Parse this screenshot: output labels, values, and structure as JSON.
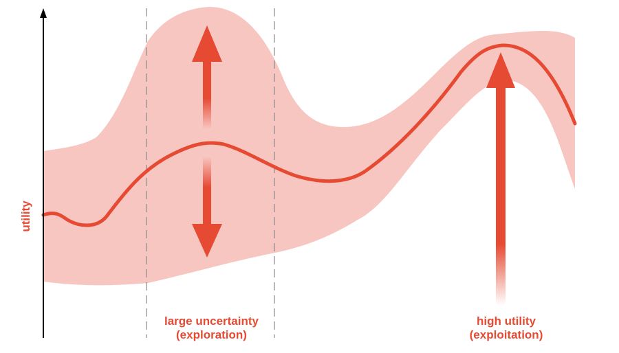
{
  "axis": {
    "ylabel": "utility"
  },
  "annotations": {
    "exploration": {
      "line1": "large uncertainty",
      "line2": "(exploration)"
    },
    "exploitation": {
      "line1": "high utility",
      "line2": "(exploitation)"
    }
  },
  "colors": {
    "accent": "#e64a33",
    "band": "#f7c6c0",
    "axis": "#000000",
    "dashed": "#8a8a8a"
  },
  "icons": {
    "exploration": "double-headed-arrow",
    "exploitation": "up-arrow"
  }
}
